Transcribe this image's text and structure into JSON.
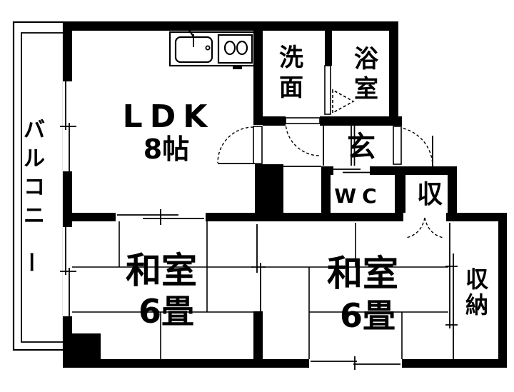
{
  "floor_plan": {
    "balcony_label": "バルコニー",
    "ldk_label": "LDK",
    "ldk_size": "8帖",
    "washroom_label": "洗面",
    "bathroom_label": "浴室",
    "entrance_label": "玄",
    "wc_label": "WC",
    "entrance_storage_label": "収",
    "tatami_left_label": "和室",
    "tatami_left_size": "6畳",
    "tatami_right_label": "和室",
    "tatami_right_size": "6畳",
    "closet_label": "収納"
  },
  "colors": {
    "line": "#000000",
    "background": "#ffffff"
  }
}
